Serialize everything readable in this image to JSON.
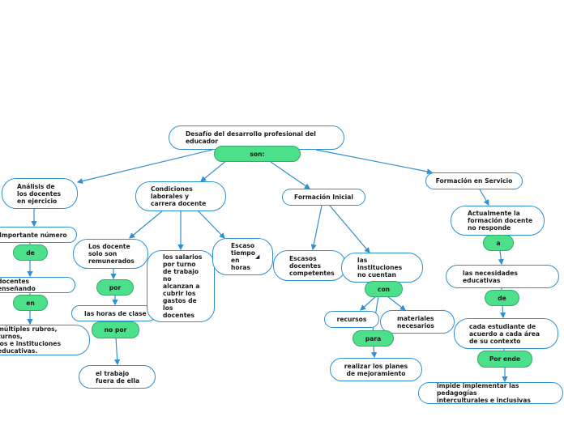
{
  "diagram": {
    "root": {
      "label": "Desafío del desarrollo profesional del\neducador",
      "connector": "son:"
    },
    "branches": {
      "analisis": {
        "label": "Análisis de\nlos docentes\nen ejercicio",
        "n1": "Importante número",
        "c1": "de",
        "n2": "docentes enseñando",
        "c2": "en",
        "n3": "múltiples rubros, turnos,\nlos e instituciones\neducativas."
      },
      "condiciones": {
        "label": "Condiciones\nlaborales y\ncarrera docente",
        "a": {
          "n1": "Los docente\nsolo son\nremunerados",
          "c1": "por",
          "n2": "las horas de clase",
          "c2": "no por",
          "n3": "el trabajo\nfuera de ella"
        },
        "b": "los salarios\npor turno\nde trabajo\nno\nalcanzan a\ncubrir los\ngastos de\nlos\ndocentes",
        "c": "Escaso\ntiempo\nen\nhoras",
        "c_marker": "◢"
      },
      "formacion_inicial": {
        "label": "Formación Inicial",
        "a": "Escasos\ndocentes\ncompetentes",
        "b": "las\ninstituciones\nno cuentan",
        "c1": "con",
        "r1": "recursos",
        "r2": "materiales\nnecesarios",
        "c2": "para",
        "n3": "realizar los planes\nde mejoramiento"
      },
      "formacion_servicio": {
        "label": "Formación en Servicio",
        "n1": "Actualmente la\nformación docente\nno responde",
        "c1": "a",
        "n2": "las necesidades\neducativas",
        "c2": "de",
        "n3": "cada estudiante de\nacuerdo a cada área\nde su contexto",
        "c3": "Por ende",
        "n4": "impide implementar las pedagogías\ninterculturales e inclusivas"
      }
    },
    "colors": {
      "line": "#2f8fcf",
      "connector": "#4ce08a",
      "connector_border": "#39a86b"
    }
  }
}
